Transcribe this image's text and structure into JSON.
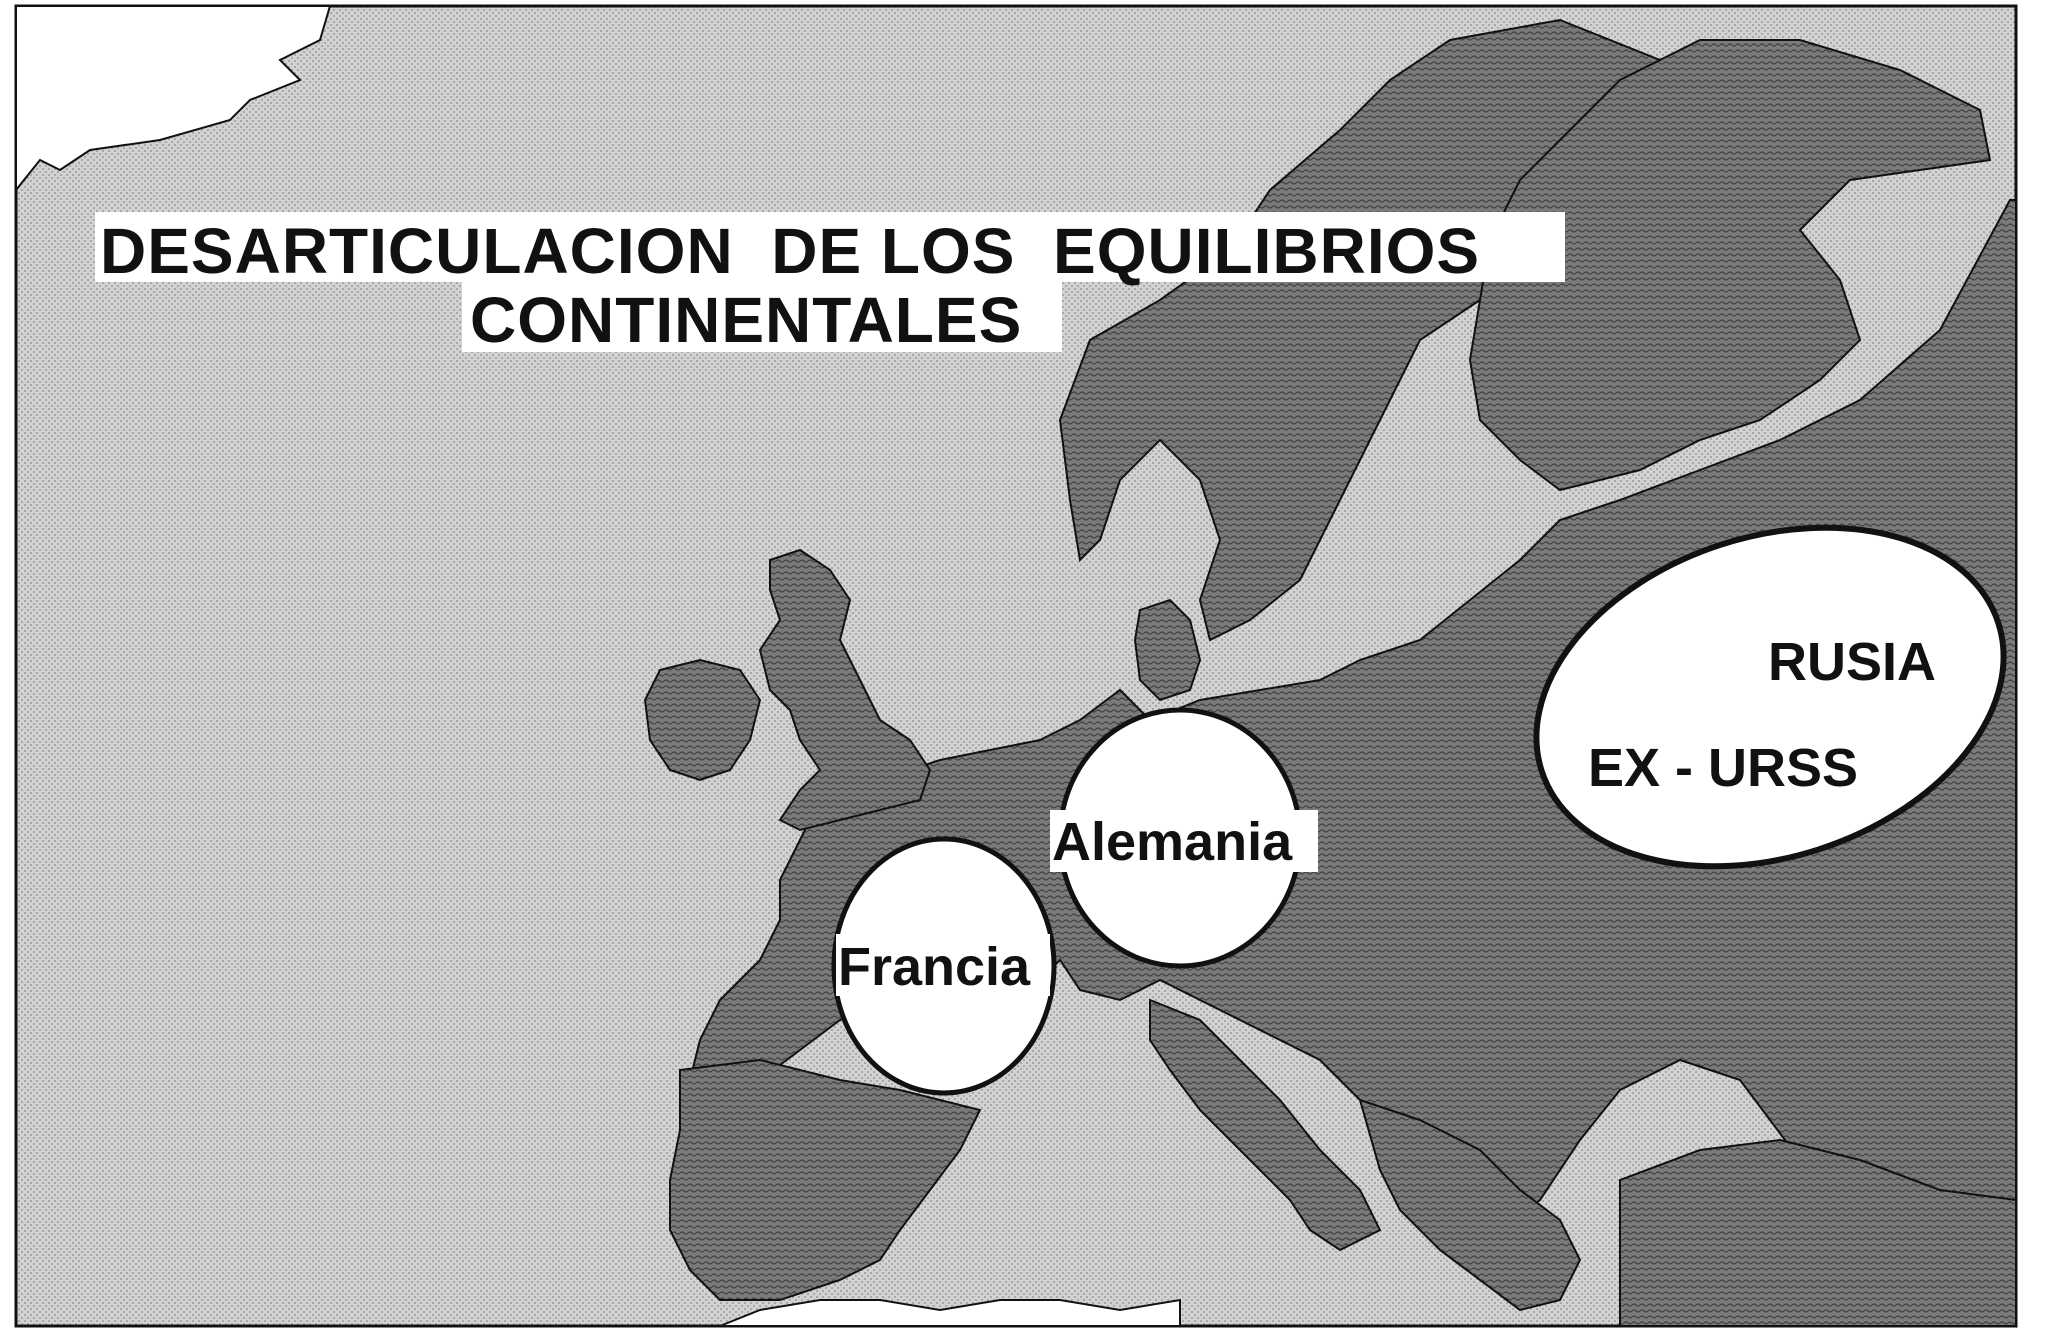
{
  "map": {
    "title_line1": "DESARTICULACION  DE LOS  EQUILIBRIOS",
    "title_line2": "CONTINENTALES",
    "labels": {
      "francia": "Francia",
      "alemania": "Alemania",
      "rusia": "RUSIA",
      "ex_urss": "EX - URSS"
    },
    "colors": {
      "sea": "#c9c9c9",
      "land": "#6f6f6f",
      "land_light": "#9a9a9a",
      "border": "#1a1a1a",
      "highlight": "#ffffff"
    }
  }
}
